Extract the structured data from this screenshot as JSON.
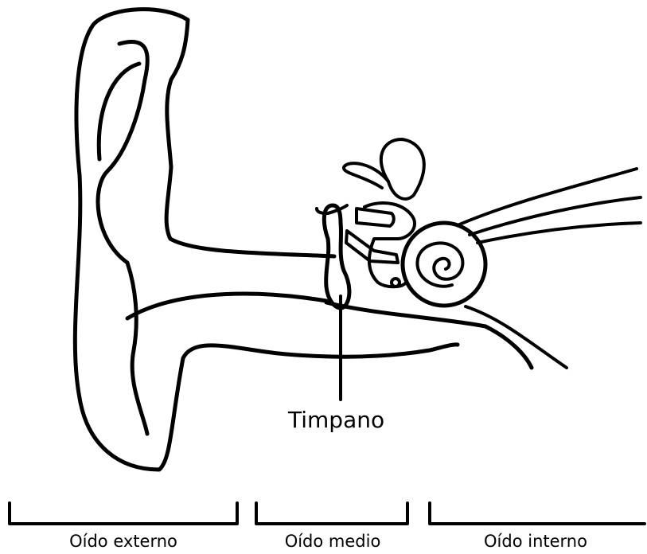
{
  "diagram": {
    "tympanum_label": "Timpano",
    "sections": {
      "outer": "Oído externo",
      "middle": "Oído medio",
      "inner": "Oído interno"
    },
    "stroke_color": "#000000",
    "background_color": "#ffffff"
  }
}
